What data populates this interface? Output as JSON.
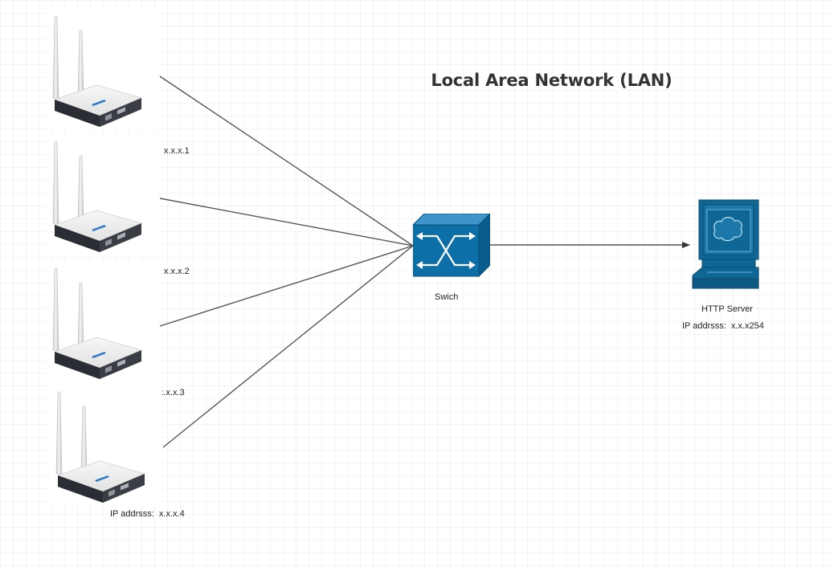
{
  "title": "Local Area Network (LAN)",
  "devices": [
    {
      "ip_label": "IP addrsss:  x.x.x.1"
    },
    {
      "ip_label": "IP addrsss:  x.x.x.2"
    },
    {
      "ip_label": "IP addrsss:  x.x.x.3"
    },
    {
      "ip_label": "IP addrsss:  x.x.x.4"
    }
  ],
  "switch": {
    "label": "Swich"
  },
  "server": {
    "name": "HTTP Server",
    "ip_label": "IP addrsss:  x.x.x254"
  },
  "colors": {
    "switch_fill": "#0d6fa8",
    "server_fill": "#0f6796",
    "line": "#555555",
    "title": "#333333"
  },
  "icons": [
    "wireless-router-icon",
    "network-switch-icon",
    "server-computer-icon"
  ]
}
